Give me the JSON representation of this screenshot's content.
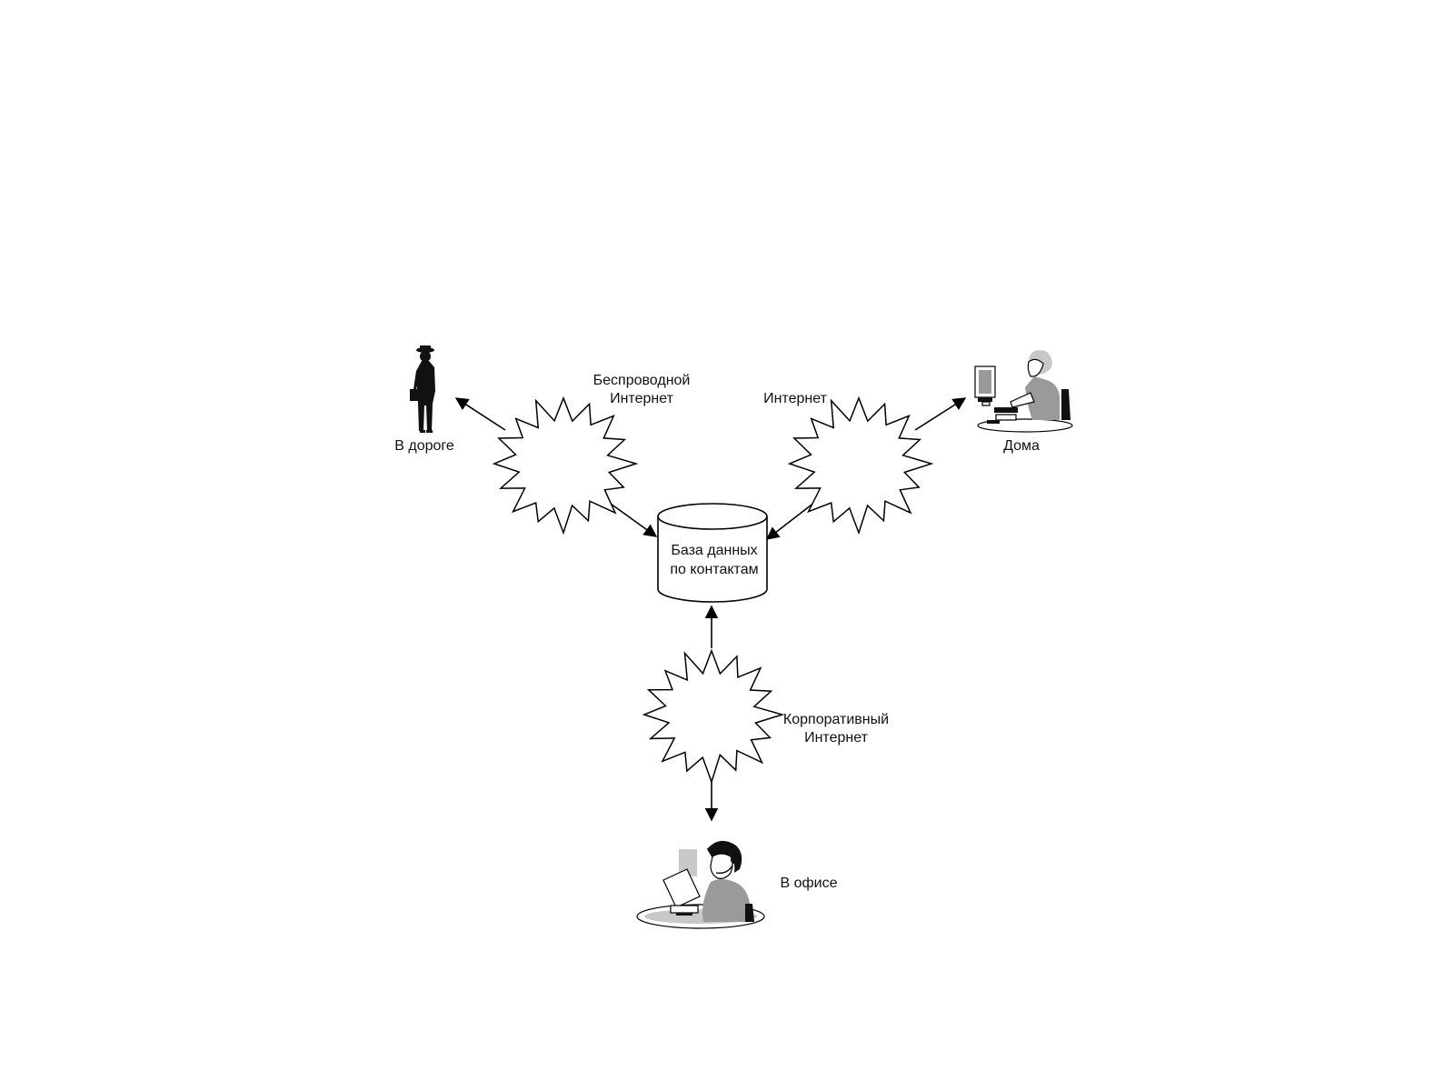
{
  "nodes": {
    "database": {
      "line1": "База данных",
      "line2": "по контактам"
    },
    "road": {
      "label": "В дороге"
    },
    "home": {
      "label": "Дома"
    },
    "office": {
      "label": "В офисе"
    }
  },
  "links": {
    "wireless": {
      "line1": "Беспроводной",
      "line2": "Интернет"
    },
    "internet": {
      "line1": "Интернет"
    },
    "corporate": {
      "line1": "Корпоративный",
      "line2": "Интернет"
    }
  }
}
